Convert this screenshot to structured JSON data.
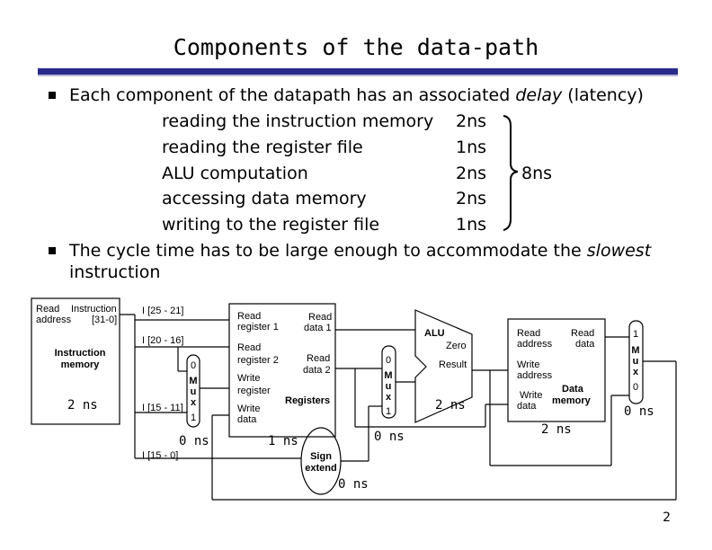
{
  "title": "Components of the data-path",
  "bullets": {
    "b1_text": "Each component of the datapath has an associated ",
    "b1_em": "delay",
    "b1_tail": " (latency)",
    "b2_text": "The cycle time has to be large enough to accommodate the ",
    "b2_em": "slowest",
    "b2_line2": "instruction"
  },
  "delays": [
    {
      "name": "reading the instruction memory",
      "value": "2ns"
    },
    {
      "name": "reading the register file",
      "value": "1ns"
    },
    {
      "name": "ALU computation",
      "value": "2ns"
    },
    {
      "name": "accessing data memory",
      "value": "2ns"
    },
    {
      "name": "writing to the register file",
      "value": "1ns"
    }
  ],
  "total": "8ns",
  "diagram": {
    "imem": {
      "read": "Read",
      "address": "address",
      "instruction": "Instruction",
      "bits": "[31-0]",
      "label1": "Instruction",
      "label2": "memory",
      "delay": "2 ns"
    },
    "fields": {
      "f1": "I [25 - 21]",
      "f2": "I [20 - 16]",
      "f3": "I [15 - 11]",
      "f4": "I [15 - 0]"
    },
    "mux1": {
      "top": "0",
      "m": "M",
      "u": "u",
      "x": "x",
      "bottom": "1",
      "delay": "0 ns"
    },
    "regs": {
      "rr1a": "Read",
      "rr1b": "register 1",
      "rr2a": "Read",
      "rr2b": "register 2",
      "wra": "Write",
      "wrb": "register",
      "wda": "Write",
      "wdb": "data",
      "rd1a": "Read",
      "rd1b": "data 1",
      "rd2a": "Read",
      "rd2b": "data 2",
      "name": "Registers",
      "delay": "1 ns"
    },
    "sign": {
      "l1": "Sign",
      "l2": "extend",
      "delay": "0 ns"
    },
    "mux2": {
      "top": "0",
      "m": "M",
      "u": "u",
      "x": "x",
      "bottom": "1",
      "delay": "0 ns"
    },
    "alu": {
      "name": "ALU",
      "zero": "Zero",
      "result": "Result",
      "delay": "2 ns"
    },
    "dmem": {
      "ra1": "Read",
      "ra2": "address",
      "rd1": "Read",
      "rd2": "data",
      "wa1": "Write",
      "wa2": "address",
      "wd1": "Write",
      "wd2": "data",
      "n1": "Data",
      "n2": "memory",
      "delay": "2 ns"
    },
    "mux3": {
      "top": "1",
      "m": "M",
      "u": "u",
      "x": "x",
      "bottom": "0",
      "delay": "0 ns"
    }
  },
  "page_number": "2"
}
